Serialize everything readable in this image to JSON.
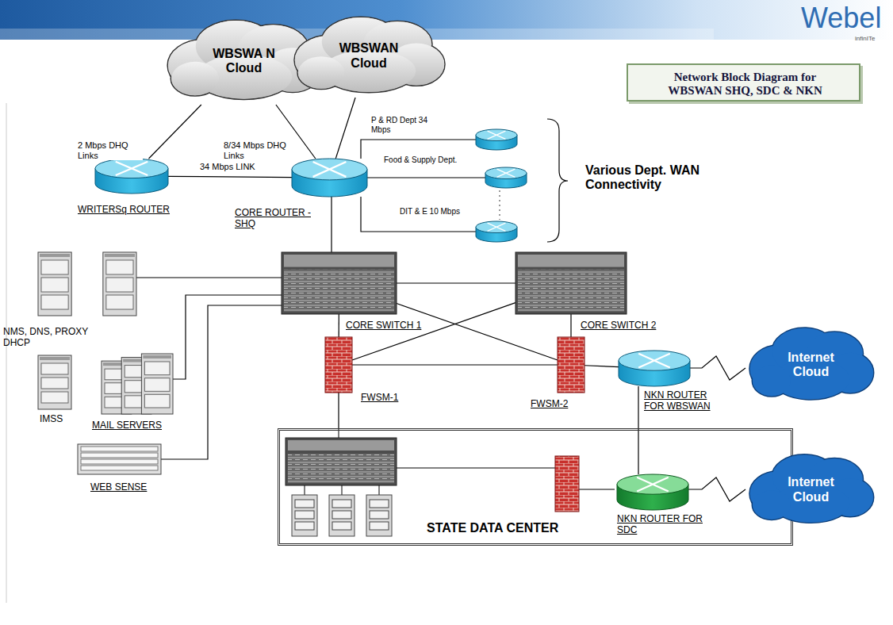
{
  "diagram": {
    "title": "Network Block Diagram for WBSWAN SHQ, SDC & NKN",
    "nodes": [
      {
        "text": [
          "Network Block Diagram for WBSWAN SHQ, SDC & NKN"
        ]
      },
      {
        "text": [
          "WBSWA N Cloud"
        ]
      },
      {
        "text": [
          "WBSWAN Cloud"
        ]
      },
      {
        "text": [
          "WRITERSq ROUTER"
        ]
      },
      {
        "text": [
          "CORE ROUTER - SHQ"
        ]
      },
      {
        "text": [
          "P & RD Dept 34 Mbps"
        ]
      },
      {
        "text": [
          "Food & Supply Dept."
        ]
      },
      {
        "text": [
          "DIT & E 10 Mbps"
        ]
      },
      {
        "text": [
          "CORE SWITCH 1"
        ]
      },
      {
        "text": [
          "CORE SWITCH 2"
        ]
      },
      {
        "text": [
          "NMS, DNS, PROXY DHCP"
        ]
      },
      {
        "text": [
          "IMSS"
        ]
      },
      {
        "text": [
          "MAIL SERVERS"
        ]
      },
      {
        "text": [
          "WEB SENSE"
        ]
      },
      {
        "text": [
          "FWSM-1"
        ]
      },
      {
        "text": [
          "FWSM-2"
        ]
      },
      {
        "text": [
          "NKN ROUTER FOR WBSWAN"
        ]
      },
      {
        "text": [
          "Internet Cloud"
        ]
      },
      {
        "text": [
          "STATE DATA CENTER"
        ]
      },
      {
        "text": [
          "NKN ROUTER FOR SDC"
        ],
        "in": 18
      },
      {
        "text": [
          "Internet Cloud"
        ]
      }
    ],
    "edges": [
      {
        "from": 3,
        "to": 1,
        "label": "2 Mbps DHQ Links",
        "arrow": "none"
      },
      {
        "from": 4,
        "to": 1,
        "label": "8/34 Mbps DHQ Links",
        "arrow": "none"
      },
      {
        "from": 4,
        "to": 2,
        "arrow": "none"
      },
      {
        "from": 3,
        "to": 4,
        "label": "34 Mbps LINK",
        "arrow": "none"
      },
      {
        "from": 4,
        "to": 5,
        "arrow": "none"
      },
      {
        "from": 4,
        "to": 6,
        "arrow": "none"
      },
      {
        "from": 4,
        "to": 7,
        "arrow": "none"
      },
      {
        "from": 4,
        "to": 8,
        "arrow": "none"
      },
      {
        "from": 8,
        "to": 9,
        "arrow": "none"
      },
      {
        "from": 10,
        "to": 8,
        "arrow": "none"
      },
      {
        "from": 12,
        "to": 8,
        "arrow": "none"
      },
      {
        "from": 13,
        "to": 8,
        "arrow": "none"
      },
      {
        "from": 8,
        "to": 14,
        "arrow": "none"
      },
      {
        "from": 8,
        "to": 15,
        "arrow": "none"
      },
      {
        "from": 9,
        "to": 14,
        "arrow": "none"
      },
      {
        "from": 9,
        "to": 15,
        "arrow": "none"
      },
      {
        "from": 14,
        "to": 15,
        "arrow": "none"
      },
      {
        "from": 15,
        "to": 16,
        "arrow": "none"
      },
      {
        "from": 16,
        "to": 17,
        "arrow": "none"
      },
      {
        "from": 16,
        "to": 19,
        "arrow": "none"
      },
      {
        "from": 14,
        "to": 18,
        "arrow": "none"
      },
      {
        "from": 19,
        "to": 20,
        "arrow": "none"
      }
    ],
    "labels": [
      "Webel",
      "infinITe",
      "Various Dept. WAN Connectivity"
    ]
  }
}
